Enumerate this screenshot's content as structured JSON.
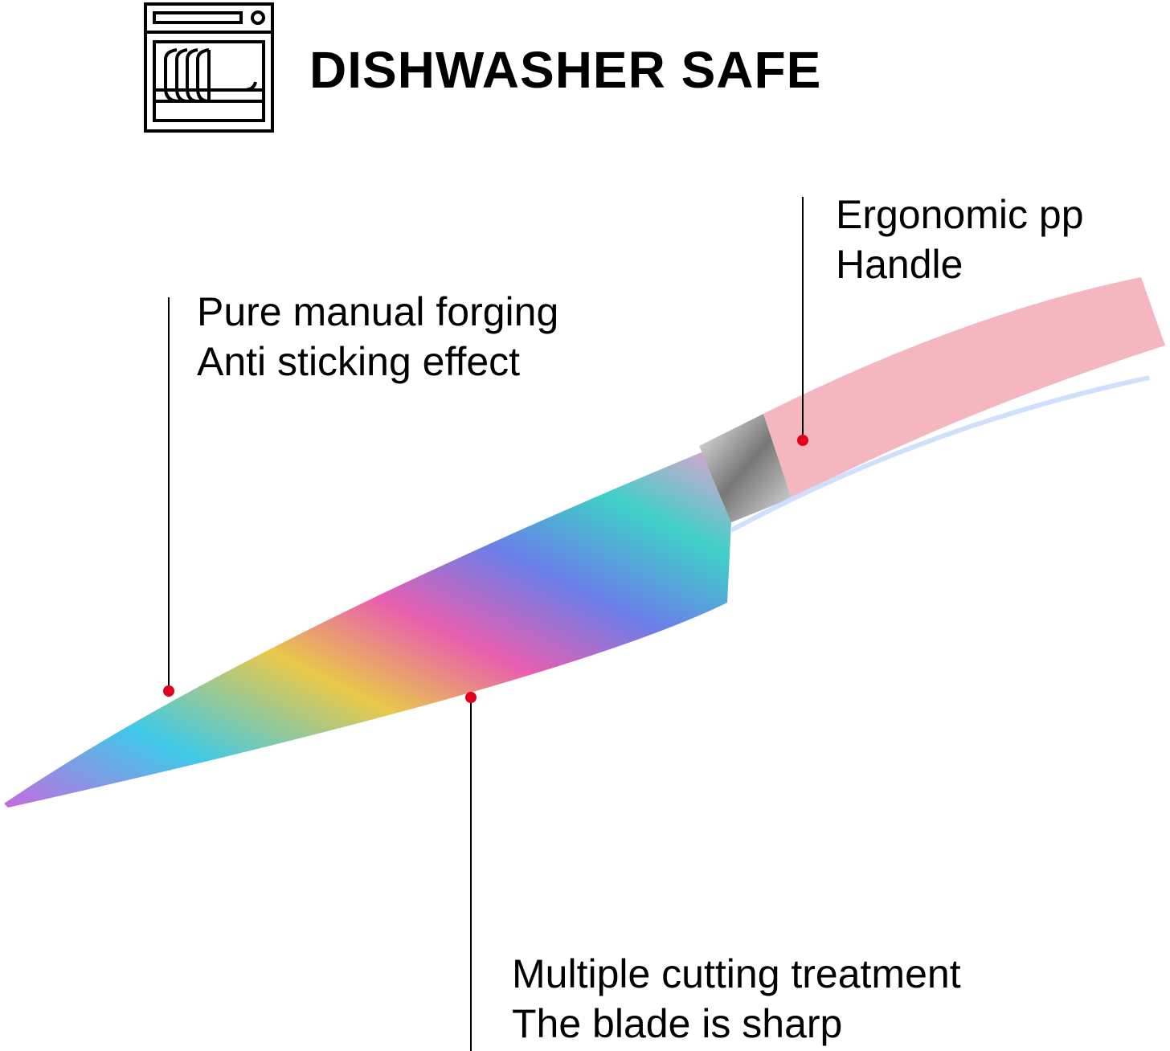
{
  "header": {
    "title": "DISHWASHER SAFE",
    "icon": "dishwasher-icon"
  },
  "callouts": {
    "handle": {
      "line1": "Ergonomic pp",
      "line2": "Handle"
    },
    "forging": {
      "line1": "Pure manual forging",
      "line2": "Anti sticking effect"
    },
    "edge": {
      "line1": "Multiple cutting treatment",
      "line2": "The blade is sharp"
    }
  },
  "colors": {
    "dot": "#e3001b",
    "handle": "#f4b6bf"
  }
}
